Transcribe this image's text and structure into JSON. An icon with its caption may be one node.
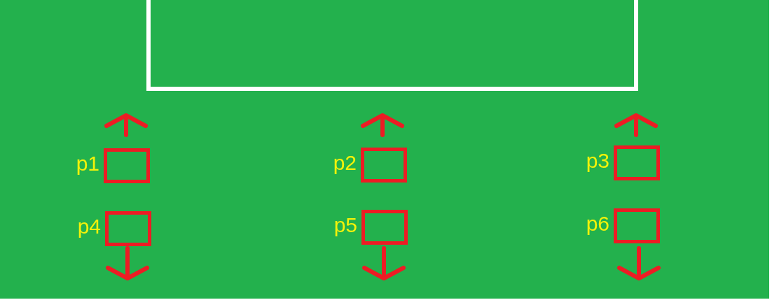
{
  "diagram": {
    "nodes": [
      {
        "text": [],
        "shape": "box"
      },
      {
        "text": [
          "p1"
        ]
      },
      {
        "text": [
          "p2"
        ]
      },
      {
        "text": [
          "p3"
        ]
      },
      {
        "text": [
          "p4"
        ]
      },
      {
        "text": [
          "p5"
        ]
      },
      {
        "text": [
          "p6"
        ]
      }
    ]
  }
}
